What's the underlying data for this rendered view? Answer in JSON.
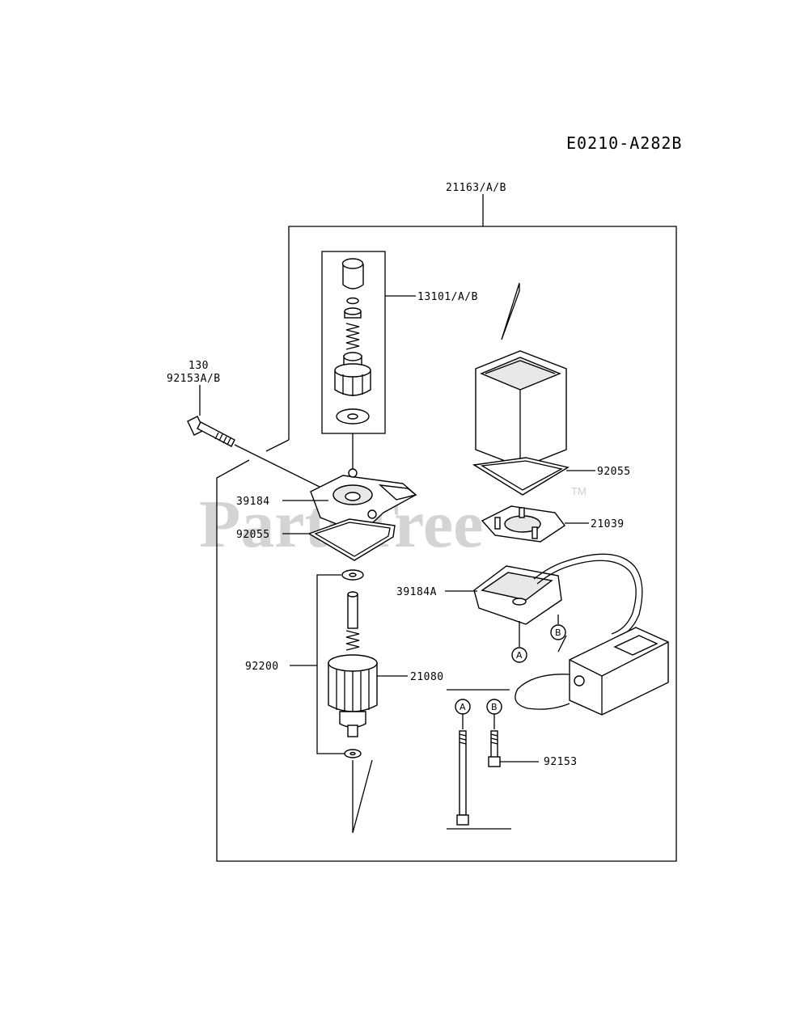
{
  "diagram_code": "E0210-A282B",
  "watermark": "PartsTree",
  "watermark_tm": "TM",
  "callouts": {
    "assembly": "21163/A/B",
    "drive": "13101/A/B",
    "bolt_a": "130",
    "bolt_b": "92153A/B",
    "end_cover": "39184",
    "gasket_front": "92055",
    "yoke_gasket": "92055",
    "brush_holder": "21039",
    "rear_cover": "39184A",
    "washer": "92200",
    "armature": "21080",
    "through_bolt": "92153"
  },
  "markers": {
    "a": "A",
    "b": "B"
  }
}
